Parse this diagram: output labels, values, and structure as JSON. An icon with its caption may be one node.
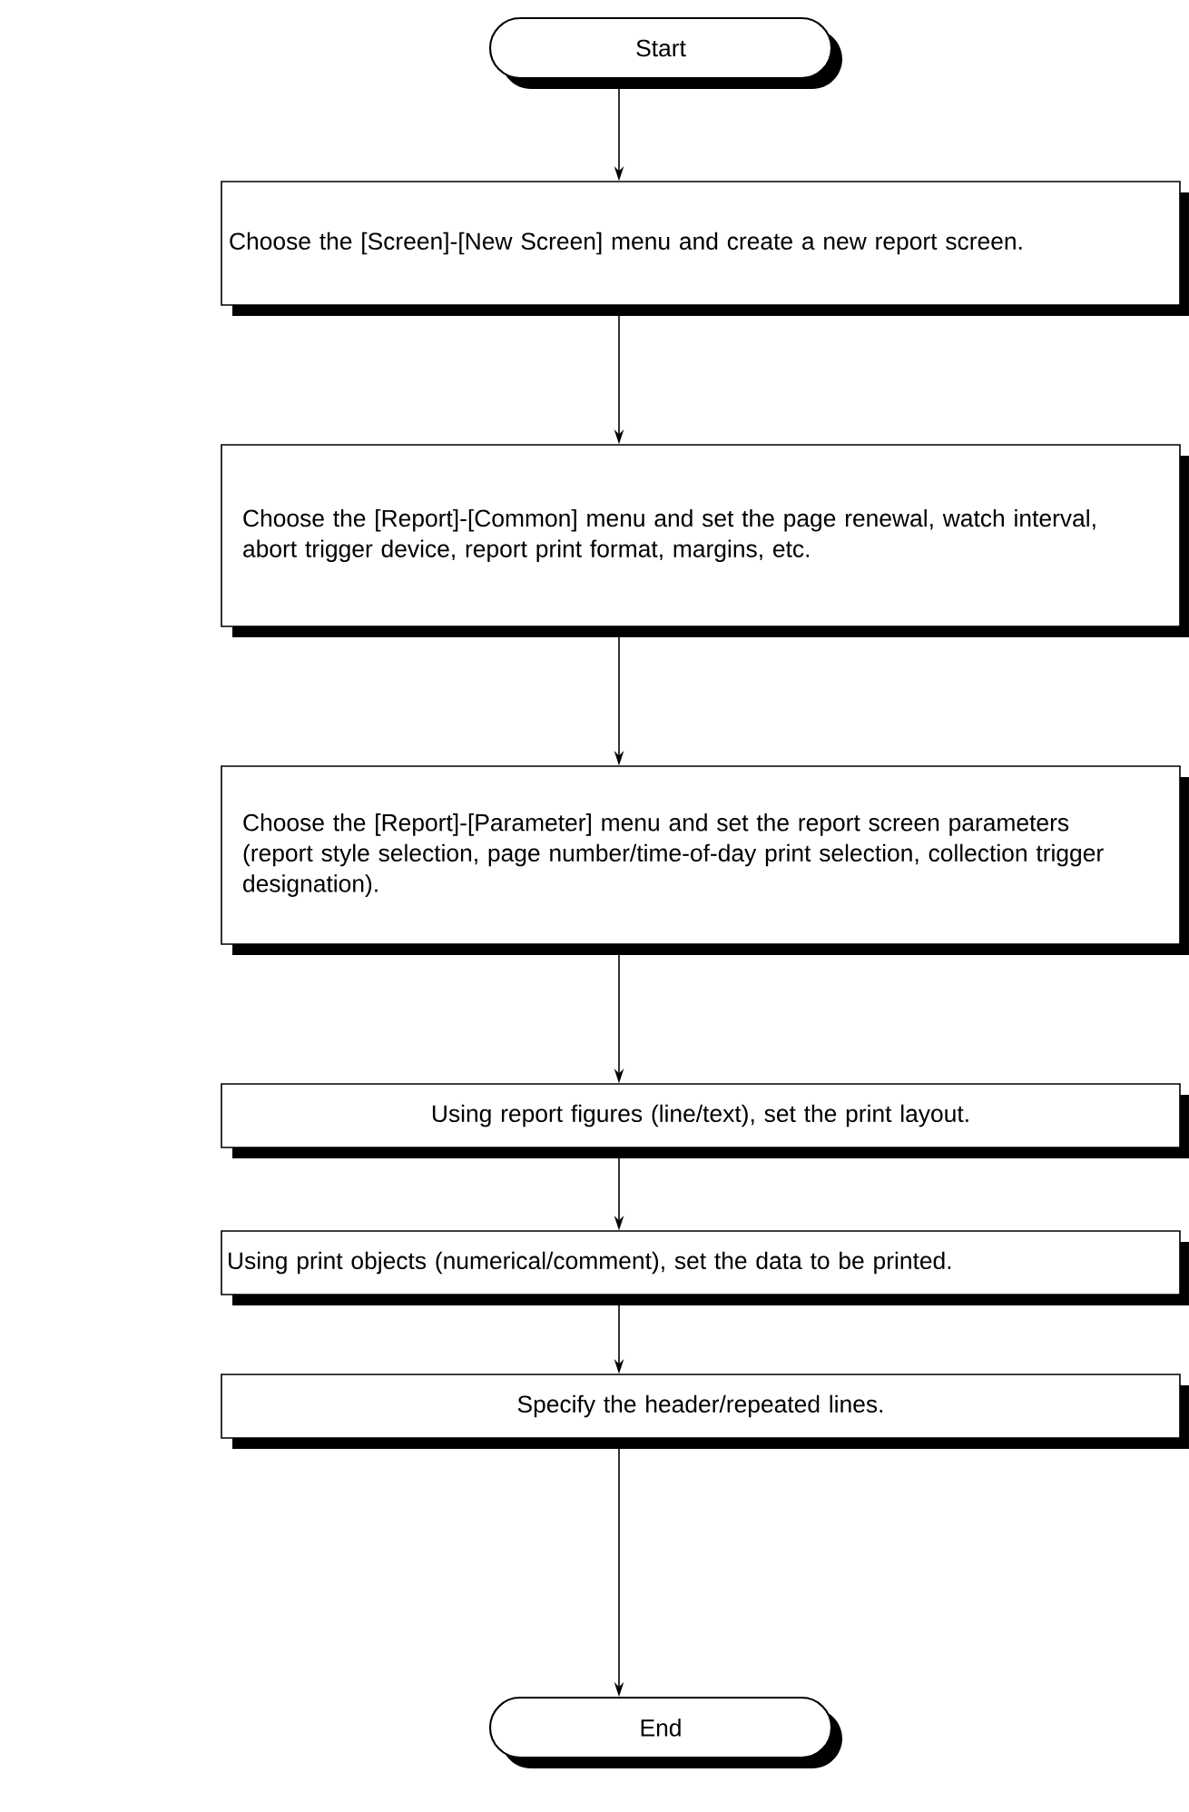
{
  "diagram": {
    "nodes": [
      {
        "text": [
          "Start"
        ]
      },
      {
        "text": [
          "Choose the [Screen]-[New Screen] menu and create a new report screen."
        ]
      },
      {
        "text": [
          "Choose the [Report]-[Common] menu and set the page renewal, watch interval, abort trigger device, report print format, margins, etc."
        ]
      },
      {
        "text": [
          "Choose the [Report]-[Parameter] menu and set the report screen parameters (report style selection, page number/time-of-day print selection, collection trigger designation)."
        ]
      },
      {
        "text": [
          "Using report figures (line/text), set the print layout."
        ]
      },
      {
        "text": [
          "Using print objects (numerical/comment), set the data to be printed."
        ]
      },
      {
        "text": [
          "Specify the header/repeated lines."
        ]
      },
      {
        "text": [
          "End"
        ]
      }
    ],
    "edges": [
      {
        "from": 0,
        "to": 1,
        "arrow": "to"
      },
      {
        "from": 1,
        "to": 2,
        "arrow": "to"
      },
      {
        "from": 2,
        "to": 3,
        "arrow": "to"
      },
      {
        "from": 3,
        "to": 4,
        "arrow": "to"
      },
      {
        "from": 4,
        "to": 5,
        "arrow": "to"
      },
      {
        "from": 5,
        "to": 6,
        "arrow": "to"
      },
      {
        "from": 6,
        "to": 7,
        "arrow": "to"
      }
    ]
  }
}
